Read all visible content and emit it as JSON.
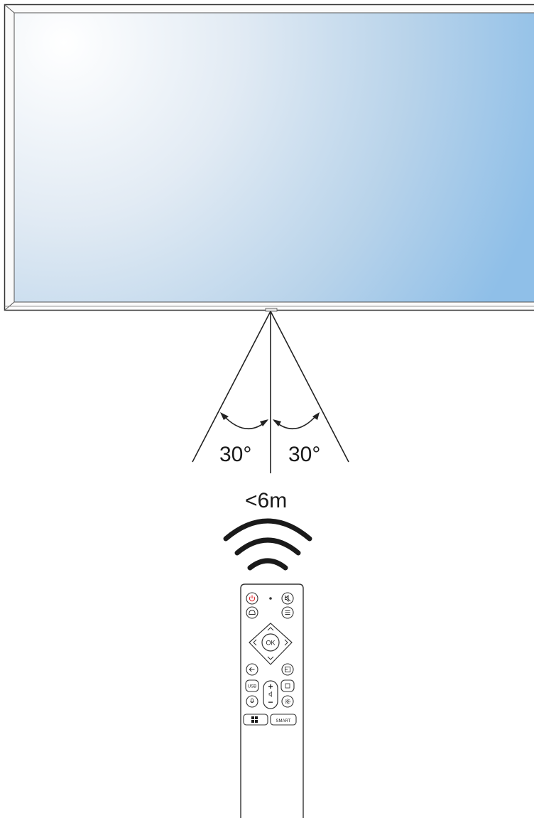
{
  "angle_left_label": "30°",
  "angle_right_label": "30°",
  "distance_label": "<6m",
  "remote": {
    "ok_label": "OK",
    "usb_label": "USB",
    "smart_label": "SMART",
    "volume_plus": "+",
    "volume_minus": "−"
  },
  "colors": {
    "power_button": "#e0262b",
    "screen_light": "#ffffff",
    "screen_dark": "#92c1e7",
    "line": "#222222"
  },
  "icons": [
    "power-icon",
    "mute-icon",
    "home-icon",
    "menu-icon",
    "dpad-up-icon",
    "dpad-down-icon",
    "dpad-left-icon",
    "dpad-right-icon",
    "back-icon",
    "input-icon",
    "info-icon",
    "settings-icon",
    "grid-icon",
    "wifi-signal-icon"
  ]
}
